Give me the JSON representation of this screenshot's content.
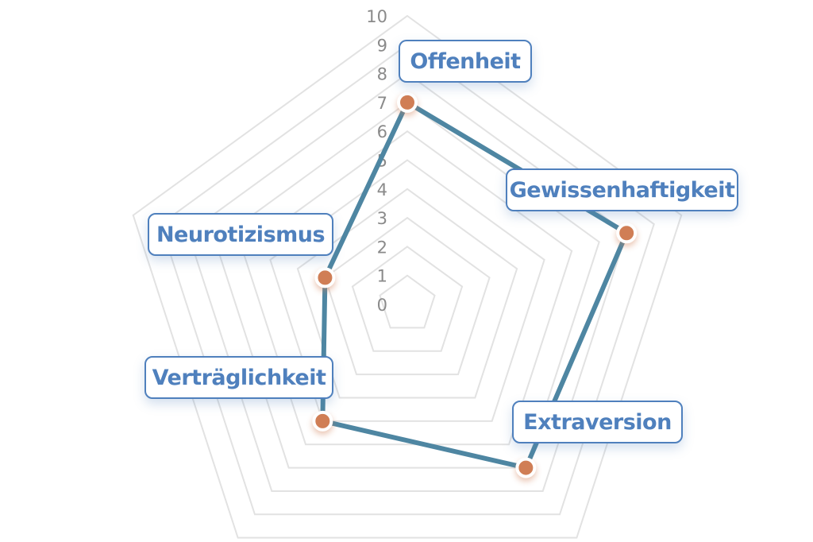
{
  "chart_data": {
    "type": "radar",
    "title": "",
    "categories": [
      "Offenheit",
      "Gewissenhaftigkeit",
      "Extraversion",
      "Verträglichkeit",
      "Neurotizismus"
    ],
    "values": [
      7,
      8,
      7,
      5,
      3
    ],
    "rlim": [
      0,
      10
    ],
    "ticks": [
      "0",
      "1",
      "2",
      "3",
      "4",
      "5",
      "6",
      "7",
      "8",
      "9",
      "10"
    ],
    "grid": true,
    "colors": {
      "line": "#4e86a2",
      "point": "#d07e55",
      "grid": "#e2e2e2",
      "label": "#4f80bd",
      "tick": "#8a8a8a"
    }
  }
}
